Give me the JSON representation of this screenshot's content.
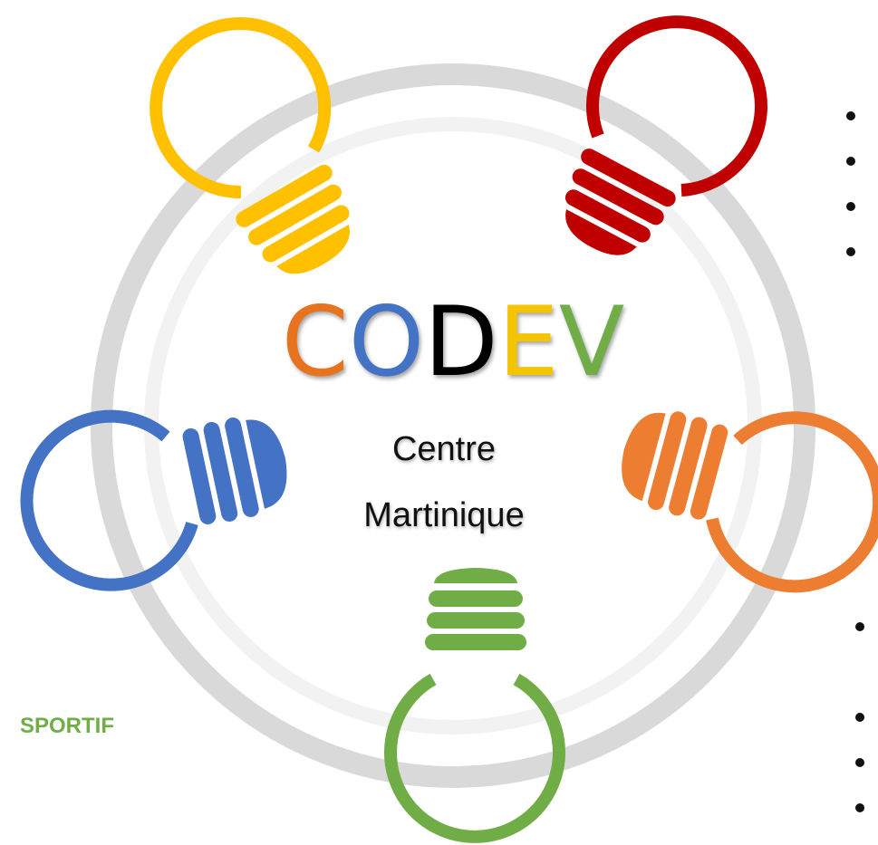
{
  "title": {
    "letters": [
      {
        "char": "C",
        "color": "#E8731F"
      },
      {
        "char": "O",
        "color": "#4472C4"
      },
      {
        "char": "D",
        "color": "#000000"
      },
      {
        "char": "E",
        "color": "#F5C400"
      },
      {
        "char": "V",
        "color": "#70AD47"
      }
    ]
  },
  "subtitle": {
    "line1": "Centre",
    "line2": "Martinique"
  },
  "side_label": {
    "text": "SPORTIF",
    "color": "#70AD47"
  },
  "bulbs": [
    {
      "name": "yellow-bulb-icon",
      "color": "#FFC000"
    },
    {
      "name": "red-bulb-icon",
      "color": "#C00000"
    },
    {
      "name": "blue-bulb-icon",
      "color": "#4472C4"
    },
    {
      "name": "orange-bulb-icon",
      "color": "#ED7D31"
    },
    {
      "name": "green-bulb-icon",
      "color": "#70AD47"
    }
  ],
  "ring_colors": {
    "outer": "#D9D9D9",
    "inner": "#F2F2F2"
  }
}
